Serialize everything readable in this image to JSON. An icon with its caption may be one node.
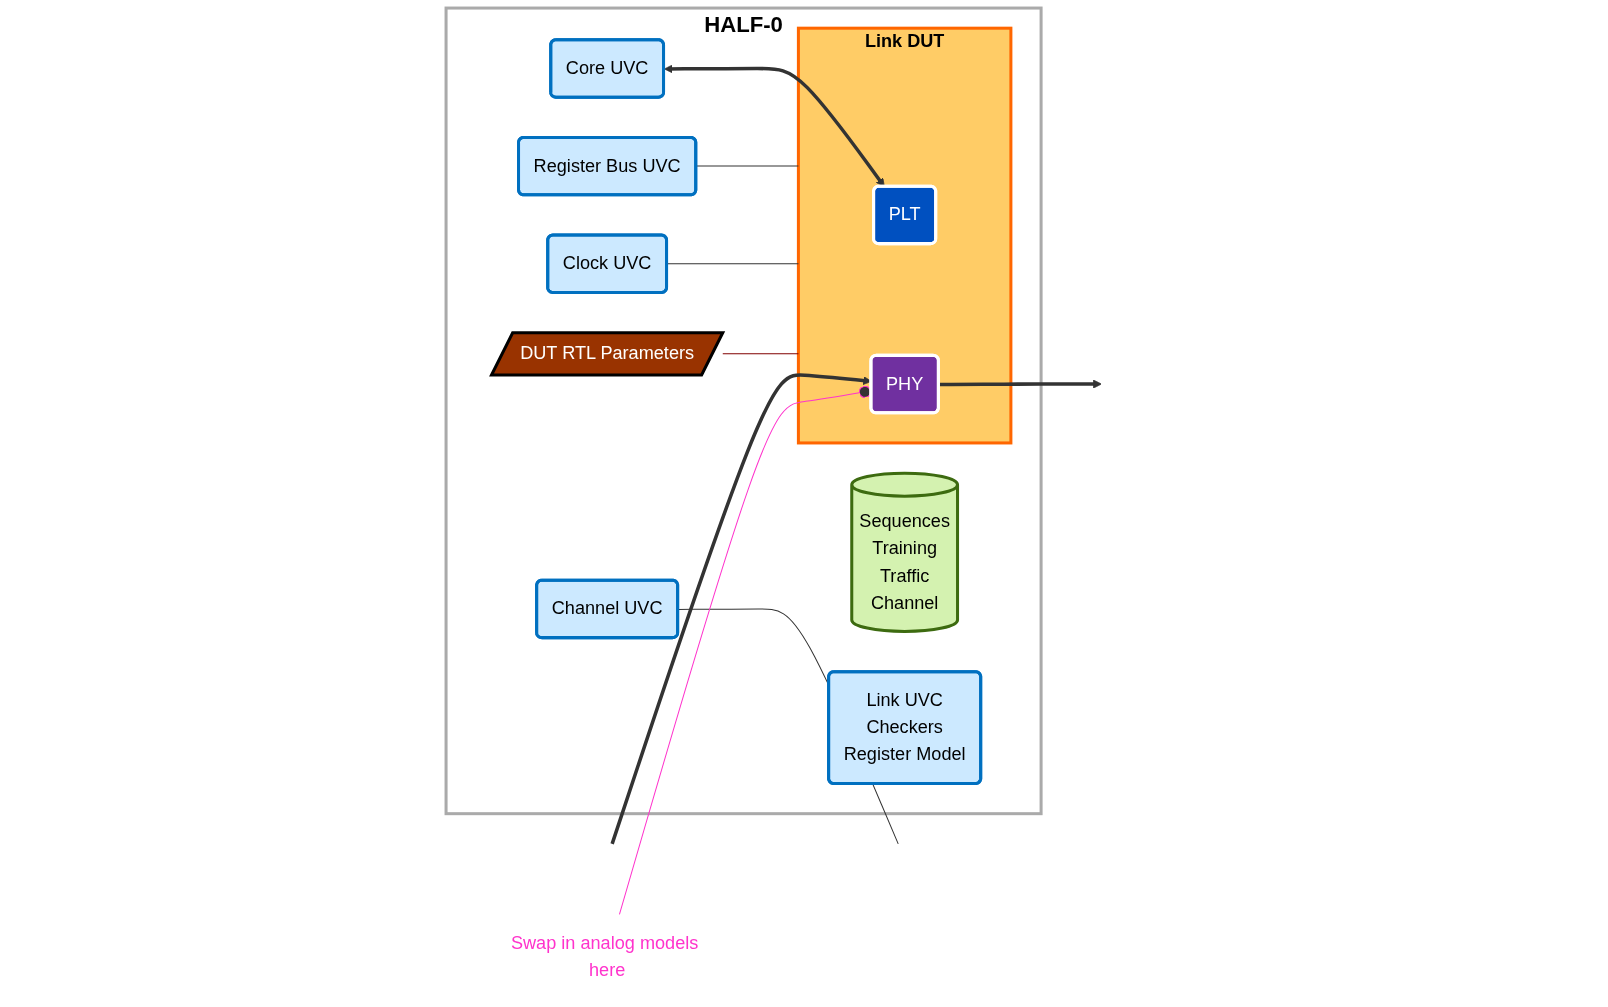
{
  "diagram": {
    "nodes": [
      {
        "text": [
          "HALF-0"
        ]
      },
      {
        "text": [
          "Sequences",
          "Training",
          "Traffic",
          "Channel"
        ],
        "in": 0
      },
      {
        "text": [
          "Register Bus UVC"
        ],
        "in": 0
      },
      {
        "text": [
          "Link UVC",
          "Checkers",
          "Register Model"
        ],
        "in": 0
      },
      {
        "text": [
          "Clock UVC"
        ],
        "in": 0
      },
      {
        "text": [
          "Channel UVC"
        ],
        "in": 0
      },
      {
        "text": [
          "Core UVC"
        ],
        "in": 0
      },
      {
        "text": [
          "Link DUT"
        ],
        "in": 0
      },
      {
        "text": [
          "PLT"
        ],
        "in": 7
      },
      {
        "text": [
          "PHY"
        ],
        "in": 7
      },
      {
        "text": [
          "DUT  RTL Parameters"
        ],
        "in": 0
      },
      {
        "text": [
          "Swap in analog models here"
        ]
      }
    ],
    "edges": [
      {
        "from": 2,
        "to": 7,
        "arrow": "none"
      },
      {
        "from": 4,
        "to": 7,
        "arrow": "none"
      },
      {
        "from": 6,
        "to": 8,
        "arrow": "both",
        "style": "thick"
      },
      {
        "from": 5,
        "to": null,
        "arrow": "none"
      },
      {
        "from": null,
        "to": 9,
        "arrow": "to",
        "style": "thick"
      },
      {
        "from": 9,
        "to": null,
        "arrow": "to",
        "style": "thick"
      },
      {
        "from": 10,
        "to": 7,
        "arrow": "none",
        "color": "#800000"
      },
      {
        "from": 11,
        "to": 9,
        "arrow": "other",
        "color": "#ff33cc"
      }
    ]
  }
}
